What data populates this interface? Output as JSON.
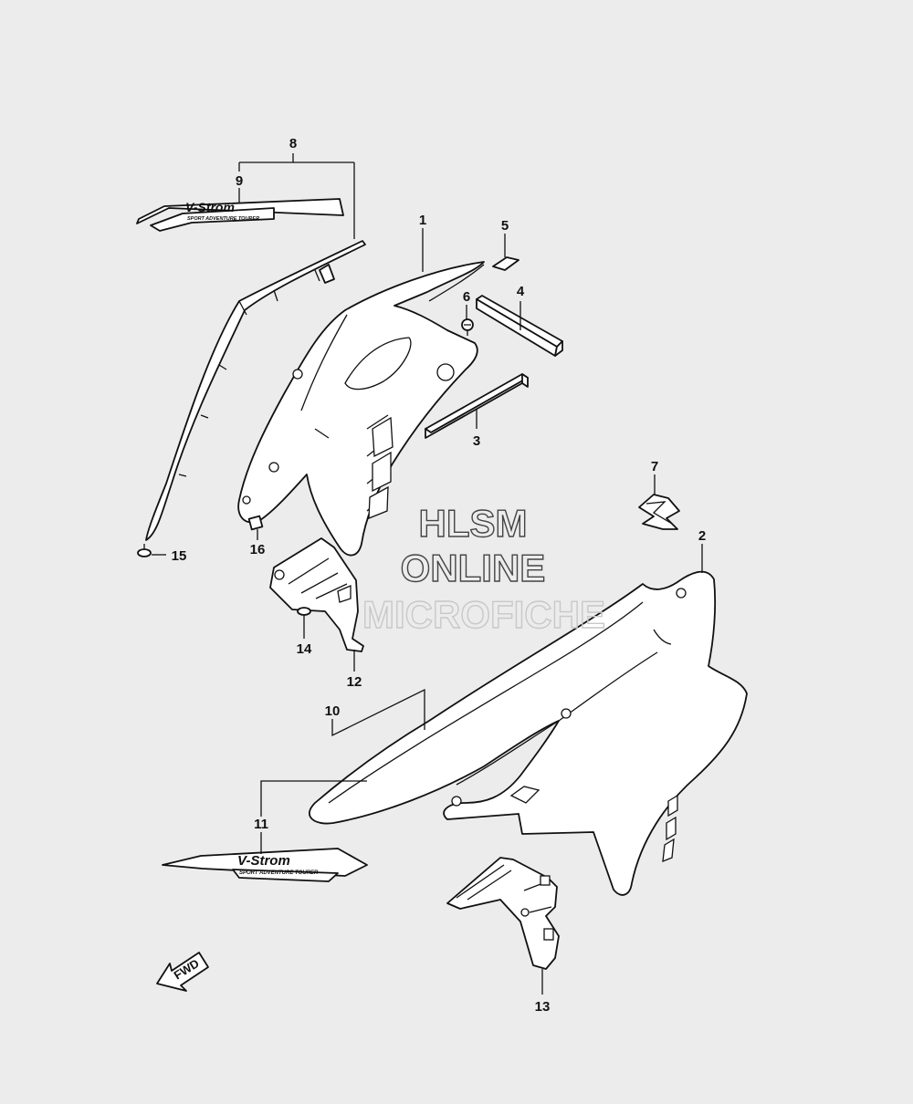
{
  "callouts": {
    "c1": "1",
    "c2": "2",
    "c3": "3",
    "c4": "4",
    "c5": "5",
    "c6": "6",
    "c7": "7",
    "c8": "8",
    "c9": "9",
    "c10": "10",
    "c11": "11",
    "c12": "12",
    "c13": "13",
    "c14": "14",
    "c15": "15",
    "c16": "16"
  },
  "decals": {
    "upper_logo": "V-Strom",
    "upper_tagline": "SPORT ADVENTURE TOURER",
    "lower_logo": "V-Strom",
    "lower_tagline": "SPORT ADVENTURE TOURER"
  },
  "watermark": {
    "line1": "HLSM",
    "line2": "ONLINE",
    "line3": "MICROFICHE"
  },
  "direction_arrow": {
    "label": "FWD",
    "icon": "forward-arrow-icon"
  },
  "emblem": {
    "icon": "suzuki-s-emblem-icon"
  },
  "colors": {
    "background": "#ececec",
    "line": "#111111"
  }
}
